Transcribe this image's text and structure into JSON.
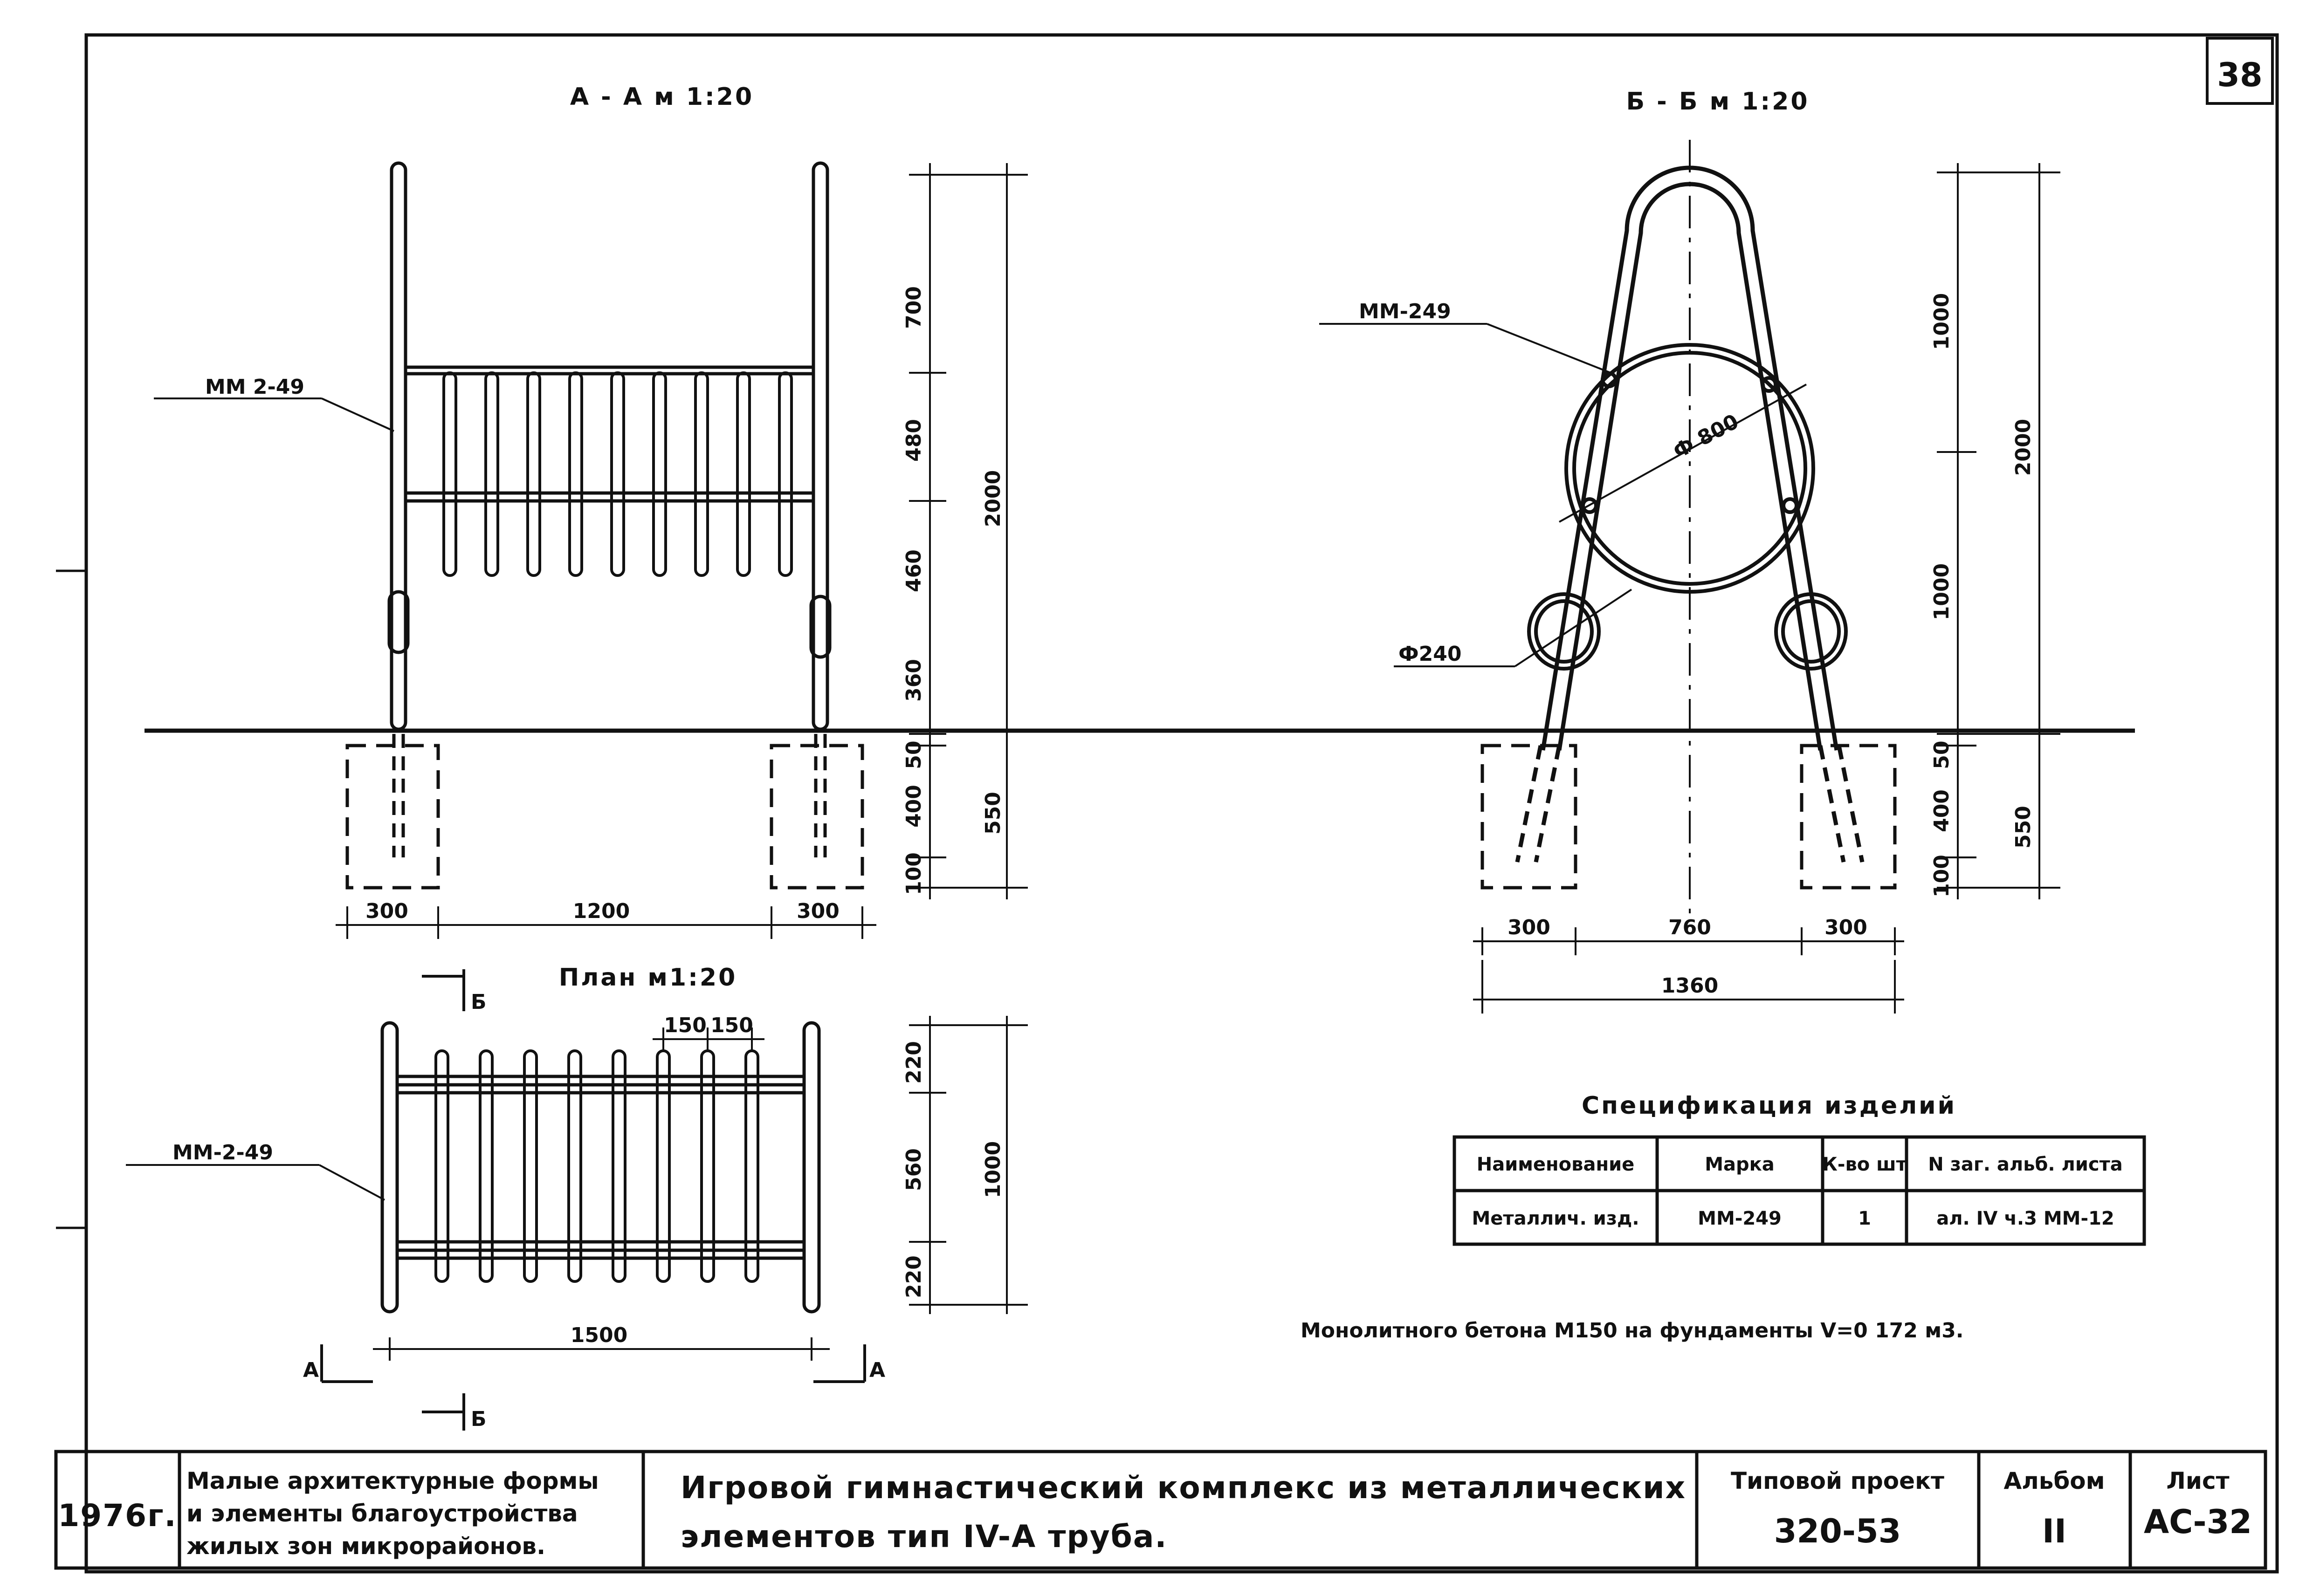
{
  "sheet": {
    "sheet_number": "38",
    "colors": {
      "ink": "#111111",
      "paper": "#ffffff"
    }
  },
  "view_aa": {
    "title": "А - А  м 1:20",
    "callout": "ММ 2-49",
    "dims_vertical": [
      "700",
      "480",
      "460",
      "360",
      "2000",
      "50",
      "400",
      "100",
      "550"
    ],
    "dims_horizontal": [
      "300",
      "1200",
      "300"
    ]
  },
  "view_bb": {
    "title": "Б - Б  м 1:20",
    "callout": "ММ-249",
    "ring_large": "Ф 800",
    "ring_small": "Ф240",
    "dims_vertical": [
      "1000",
      "1000",
      "2000",
      "50",
      "400",
      "100",
      "550"
    ],
    "dims_horizontal": [
      "300",
      "760",
      "300",
      "1360"
    ]
  },
  "plan": {
    "title": "План  м1:20",
    "callout": "ММ-2-49",
    "section_b": "Б",
    "section_a": "А",
    "dims_top": [
      "150",
      "150"
    ],
    "dims_vertical": [
      "220",
      "560",
      "220",
      "1000"
    ],
    "dims_horizontal": [
      "1500"
    ]
  },
  "spec": {
    "title": "Спецификация изделий",
    "headers": [
      "Наименование",
      "Марка",
      "К-во шт",
      "N заг. альб. листа"
    ],
    "rows": [
      [
        "Металлич. изд.",
        "ММ-249",
        "1",
        "ал. IV ч.3  ММ-12"
      ]
    ],
    "note": "Монолитного бетона  М150 на фундаменты V=0 172 м3."
  },
  "title_block": {
    "year": "1976г.",
    "series": [
      "Малые архитектурные формы",
      "и элементы благоустройства",
      "жилых зон микрорайонов."
    ],
    "title_lines": [
      "Игровой гимнастический комплекс из металлических",
      "элементов  тип IV-А  труба."
    ],
    "project_label": "Типовой проект",
    "project_value": "320-53",
    "album_label": "Альбом",
    "album_value": "II",
    "sheet_label": "Лист",
    "sheet_value": "АС-32"
  }
}
